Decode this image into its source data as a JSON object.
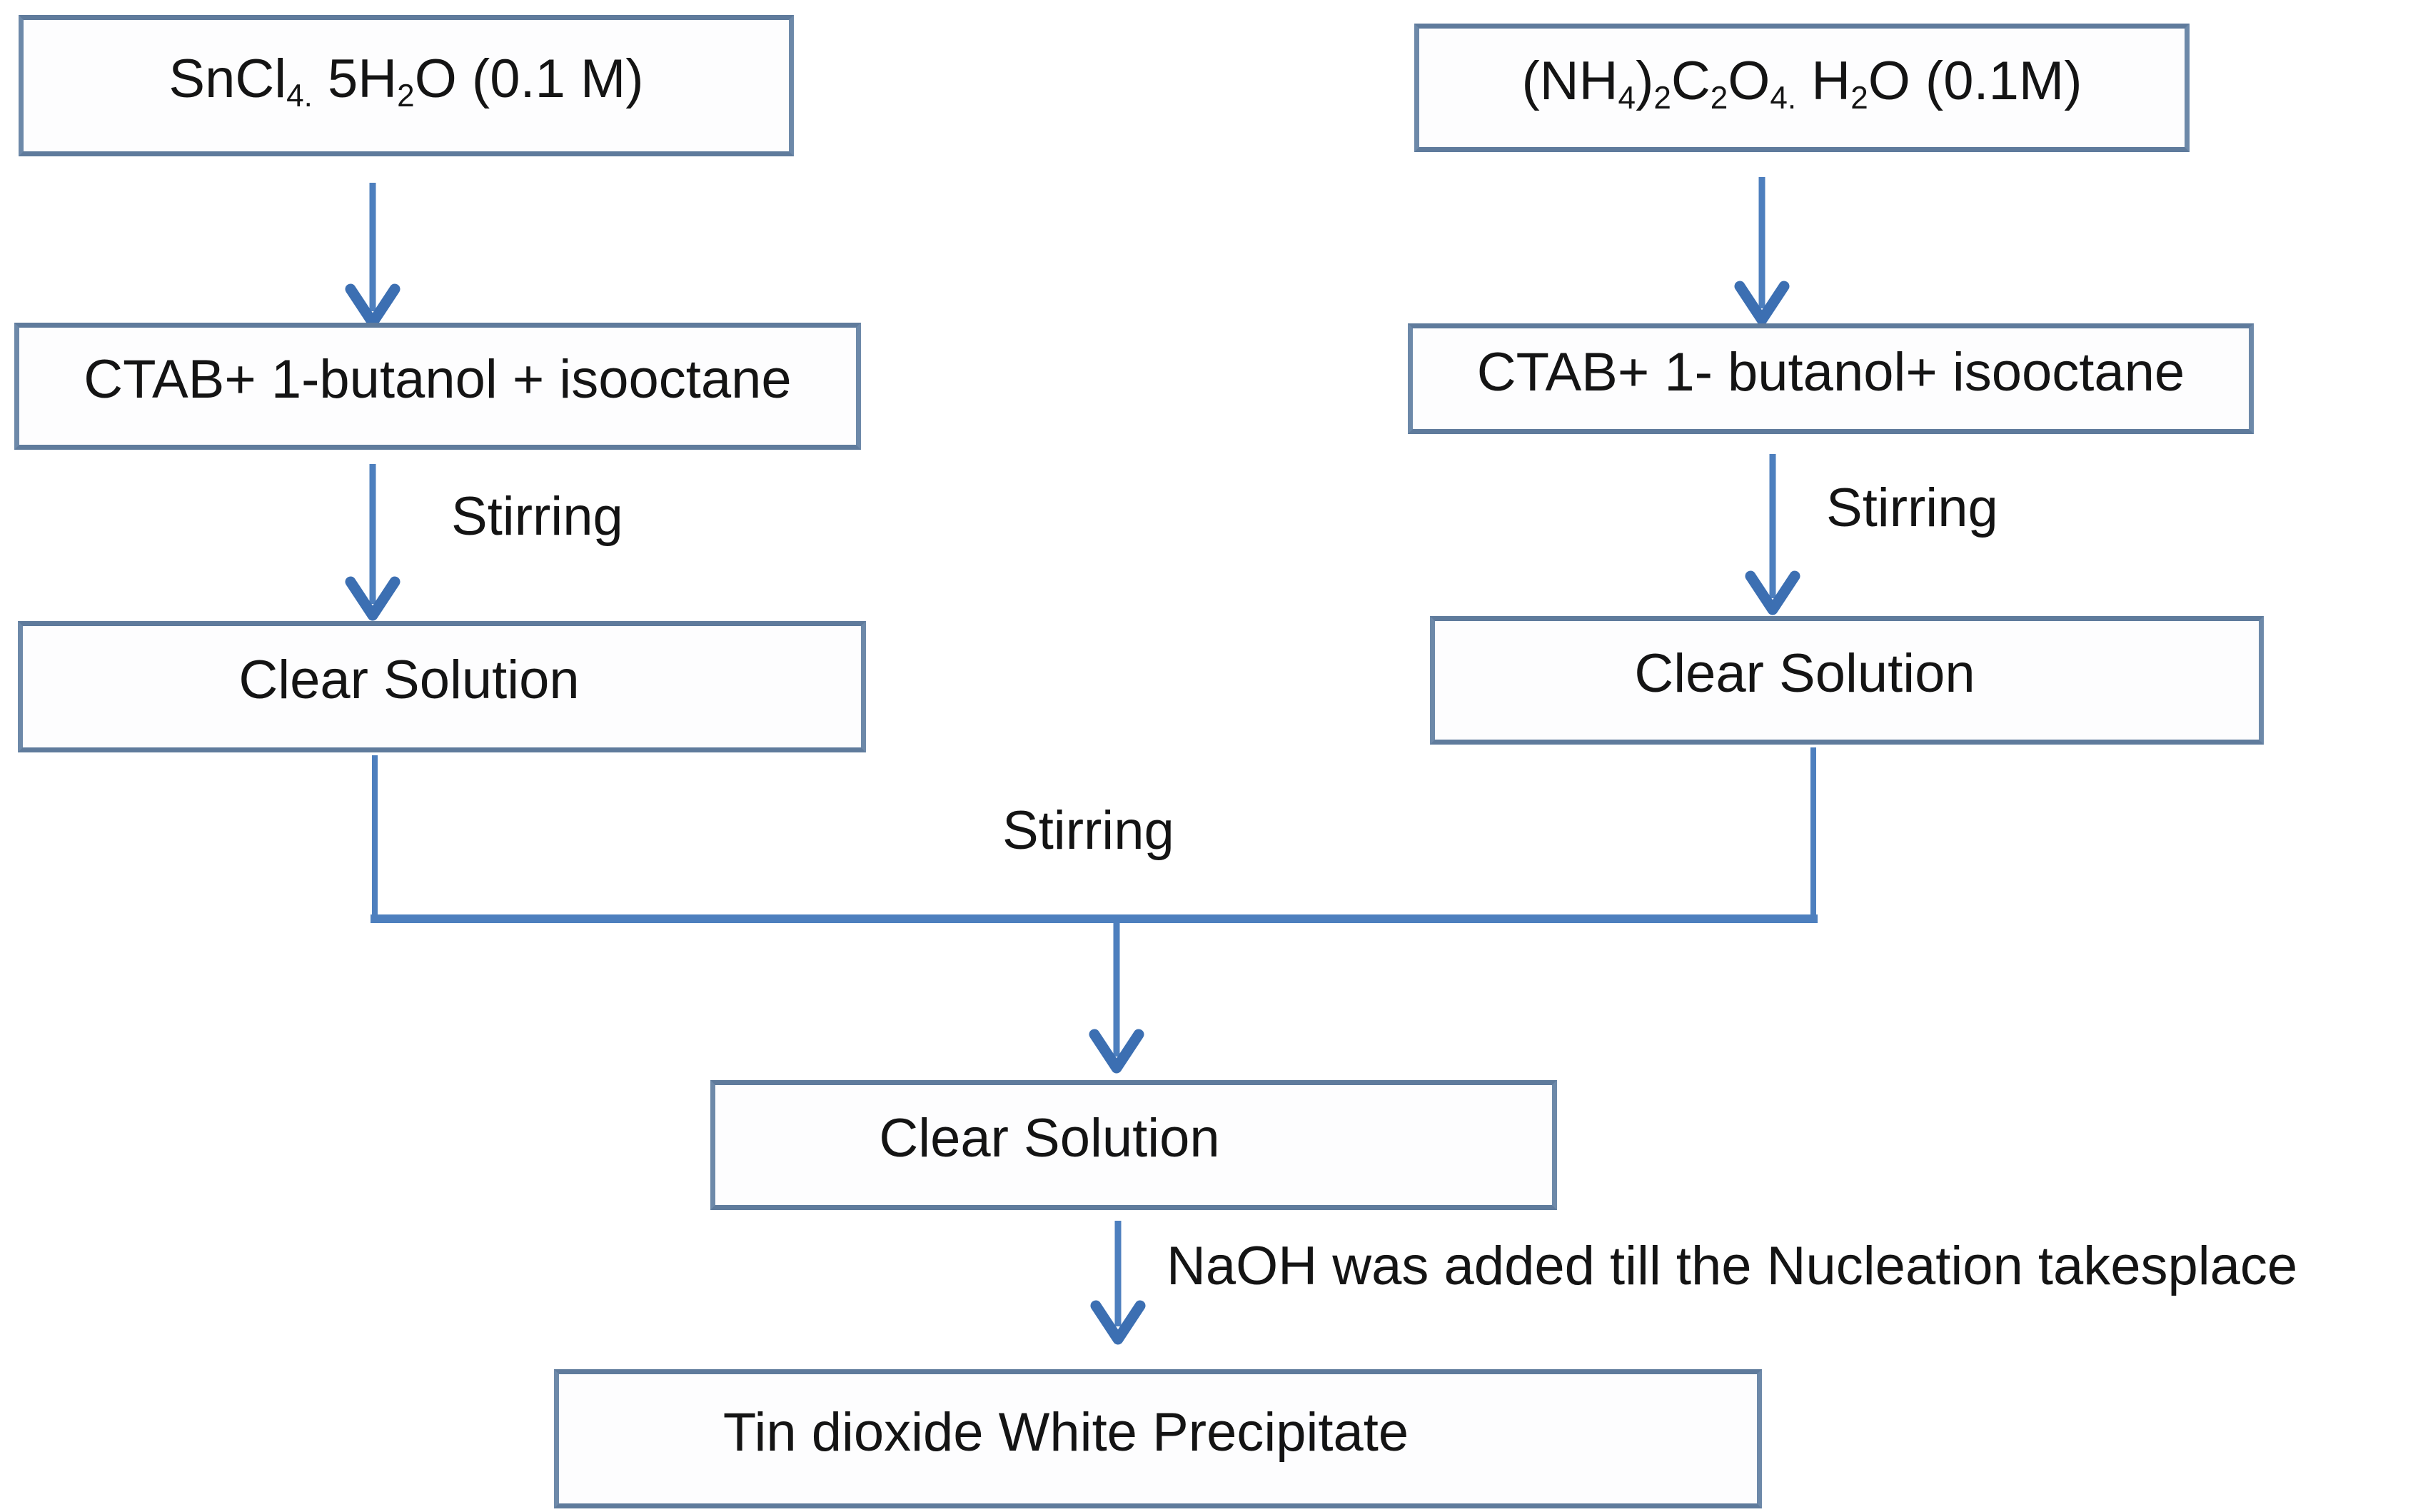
{
  "colors": {
    "box_border": "#6d89a9",
    "box_fill": "#fdfdfe",
    "arrow_shaft": "#4d7fbe",
    "arrow_head": "#3c6fb2",
    "merge_line": "#4d7fbe",
    "text": "#141414",
    "background": "#ffffff"
  },
  "nodes": {
    "sncl4": {
      "parts": [
        {
          "t": "SnCl"
        },
        {
          "t": "4.",
          "sub": true
        },
        {
          "t": " 5H"
        },
        {
          "t": "2",
          "sub": true
        },
        {
          "t": "O (0.1 M)"
        }
      ]
    },
    "ammonium_oxalate": {
      "parts": [
        {
          "t": "(NH"
        },
        {
          "t": "4",
          "sub": true
        },
        {
          "t": ")"
        },
        {
          "t": "2",
          "sub": true
        },
        {
          "t": "C"
        },
        {
          "t": "2",
          "sub": true
        },
        {
          "t": "O"
        },
        {
          "t": "4.",
          "sub": true
        },
        {
          "t": " H"
        },
        {
          "t": "2",
          "sub": true
        },
        {
          "t": "O (0.1M)"
        }
      ]
    },
    "ctab_left": {
      "label": "CTAB+ 1-butanol + isooctane"
    },
    "ctab_right": {
      "label": "CTAB+ 1- butanol+ isooctane"
    },
    "clear_left": {
      "label": "Clear Solution"
    },
    "clear_right": {
      "label": "Clear Solution"
    },
    "clear_center": {
      "label": "Clear Solution"
    },
    "tin_dioxide": {
      "label": "Tin dioxide White Precipitate"
    }
  },
  "edges": [
    {
      "id": "sncl4-to-ctab-left"
    },
    {
      "id": "ctab-left-to-clear-left",
      "label": "Stirring"
    },
    {
      "id": "ammonium-oxalate-to-ctab-right"
    },
    {
      "id": "ctab-right-to-clear-right",
      "label": "Stirring"
    },
    {
      "id": "merge-clear-left-and-clear-right-to-clear-center",
      "label": "Stirring"
    },
    {
      "id": "clear-center-to-tin-dioxide",
      "label": "NaOH was added till the Nucleation takesplace"
    }
  ]
}
